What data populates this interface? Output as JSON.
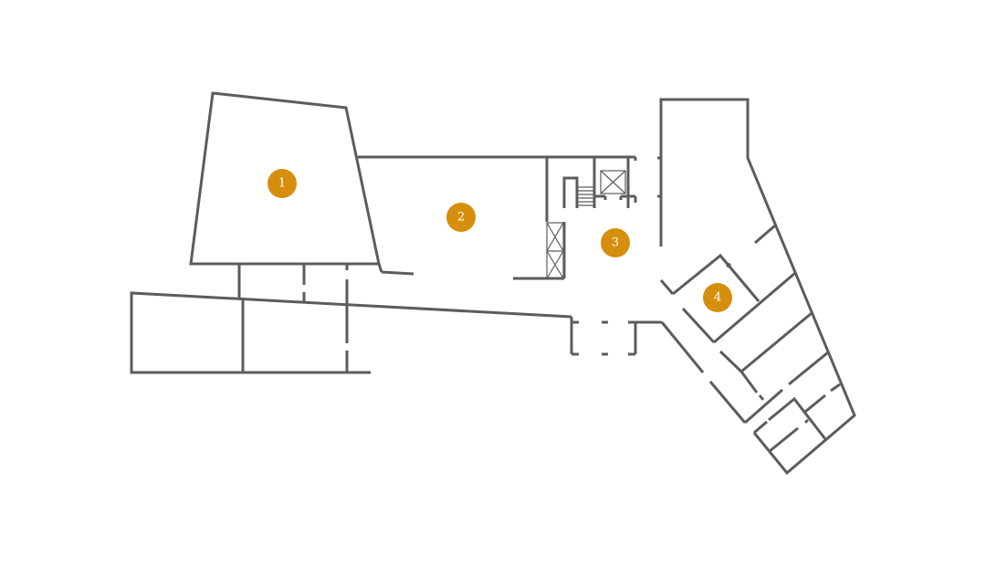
{
  "floorplan": {
    "accent_color": "#d68f0c",
    "wall_color": "#5b5c60",
    "markers": [
      {
        "label": "1"
      },
      {
        "label": "2"
      },
      {
        "label": "3"
      },
      {
        "label": "4"
      }
    ]
  }
}
